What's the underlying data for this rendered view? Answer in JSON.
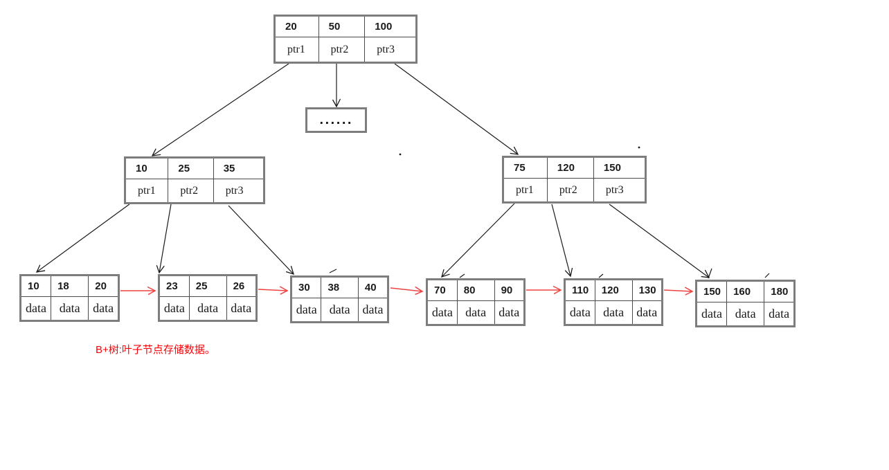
{
  "diagram": {
    "title_hint": "B+ tree structure, leaf nodes store data",
    "root": {
      "keys": [
        "20",
        "50",
        "100"
      ],
      "pointers": [
        "ptr1",
        "ptr2",
        "ptr3"
      ]
    },
    "ellipsis_node": {
      "label": "......"
    },
    "internal_left": {
      "keys": [
        "10",
        "25",
        "35"
      ],
      "pointers": [
        "ptr1",
        "ptr2",
        "ptr3"
      ]
    },
    "internal_right": {
      "keys": [
        "75",
        "120",
        "150"
      ],
      "pointers": [
        "ptr1",
        "ptr2",
        "ptr3"
      ]
    },
    "leaves": [
      {
        "keys": [
          "10",
          "18",
          "20"
        ],
        "values": [
          "data",
          "data",
          "data"
        ]
      },
      {
        "keys": [
          "23",
          "25",
          "26"
        ],
        "values": [
          "data",
          "data",
          "data"
        ]
      },
      {
        "keys": [
          "30",
          "38",
          "40"
        ],
        "values": [
          "data",
          "data",
          "data"
        ]
      },
      {
        "keys": [
          "70",
          "80",
          "90"
        ],
        "values": [
          "data",
          "data",
          "data"
        ]
      },
      {
        "keys": [
          "110",
          "120",
          "130"
        ],
        "values": [
          "data",
          "data",
          "data"
        ]
      },
      {
        "keys": [
          "150",
          "160",
          "180"
        ],
        "values": [
          "data",
          "data",
          "data"
        ]
      }
    ],
    "caption": "B+树:叶子节点存储数据。",
    "colors": {
      "box_border": "#7d7d7d",
      "tree_edge": "#1a1a1a",
      "leaf_chain_arrow": "#ef4141",
      "caption_text": "#fb0006"
    }
  }
}
